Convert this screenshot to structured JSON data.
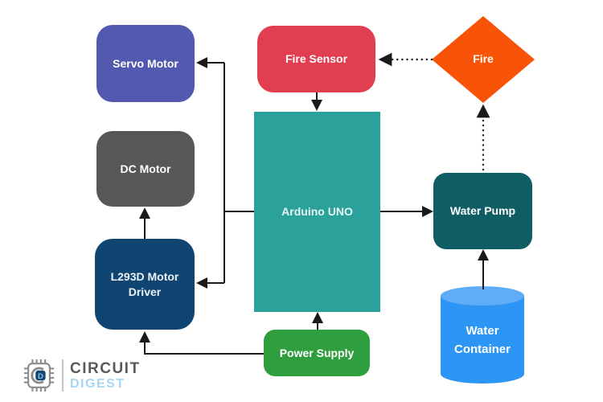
{
  "nodes": {
    "servo_motor": {
      "label": "Servo Motor",
      "color": "#5459B0",
      "shape": "rounded-rect"
    },
    "fire_sensor": {
      "label": "Fire Sensor",
      "color": "#E23E51",
      "shape": "rounded-rect"
    },
    "fire": {
      "label": "Fire",
      "color": "#F85306",
      "shape": "diamond"
    },
    "dc_motor": {
      "label": "DC Motor",
      "color": "#575757",
      "shape": "rounded-rect"
    },
    "arduino": {
      "label": "Arduino UNO",
      "color": "#2AA19A",
      "shape": "rect"
    },
    "water_pump": {
      "label": "Water Pump",
      "color": "#0F5E66",
      "shape": "rounded-rect"
    },
    "l293d": {
      "line1": "L293D Motor",
      "line2": "Driver",
      "color": "#114571",
      "shape": "rounded-rect"
    },
    "power_supply": {
      "label": "Power Supply",
      "color": "#2F9E3F",
      "shape": "rounded-rect"
    },
    "water_container": {
      "line1": "Water",
      "line2": "Container",
      "color": "#2D96F5",
      "lid_color": "#5FADF7",
      "shape": "cylinder"
    }
  },
  "edges": [
    {
      "from": "Fire",
      "to": "Fire Sensor",
      "style": "dotted"
    },
    {
      "from": "Water Pump",
      "to": "Fire",
      "style": "dotted"
    },
    {
      "from": "Fire Sensor",
      "to": "Arduino UNO",
      "style": "solid"
    },
    {
      "from": "Arduino UNO",
      "to": "Servo Motor",
      "style": "solid"
    },
    {
      "from": "Arduino UNO",
      "to": "L293D Motor Driver",
      "style": "solid"
    },
    {
      "from": "Arduino UNO",
      "to": "Water Pump",
      "style": "solid"
    },
    {
      "from": "L293D Motor Driver",
      "to": "DC Motor",
      "style": "solid"
    },
    {
      "from": "Power Supply",
      "to": "Arduino UNO",
      "style": "solid"
    },
    {
      "from": "Power Supply",
      "to": "L293D Motor Driver",
      "style": "solid"
    },
    {
      "from": "Water Container",
      "to": "Water Pump",
      "style": "solid"
    }
  ],
  "logo": {
    "brand_line1": "CIRCUIT",
    "brand_line2": "DIGEST",
    "icon": "circuit-digest-chip-icon",
    "color_line1": "#58595B",
    "color_line2": "#A7D6F4"
  },
  "arrow_color": "#1A1A1A",
  "background": "#FFFFFF"
}
